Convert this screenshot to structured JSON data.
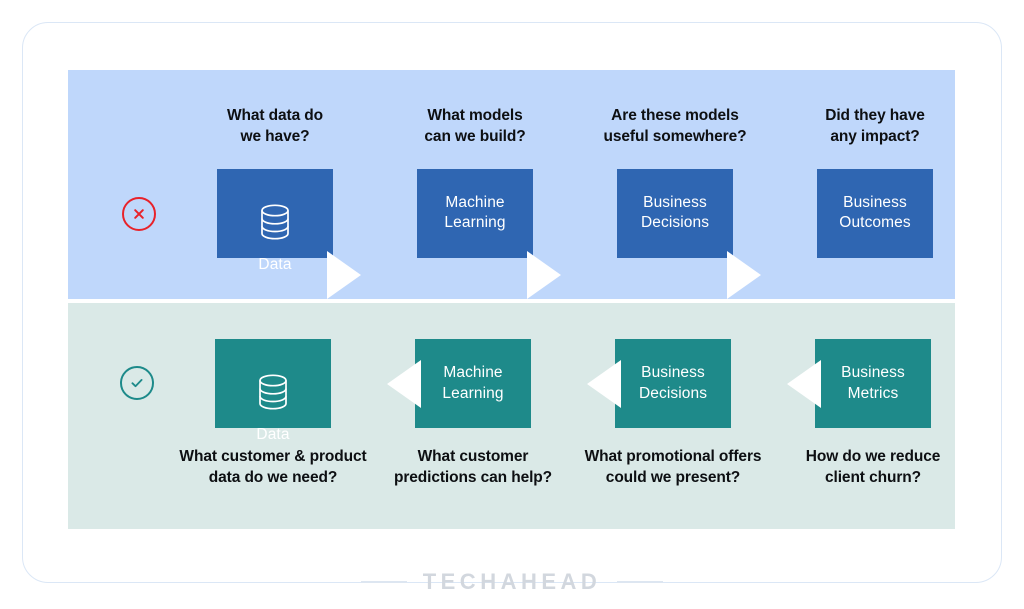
{
  "footer": {
    "brand": "TECHAHEAD"
  },
  "colors": {
    "panel_top_bg": "#bfd7fb",
    "panel_bottom_bg": "#dae9e7",
    "box_blue": "#2f66b2",
    "box_teal": "#1e8a8a",
    "cross_badge": "#e8222a",
    "check_badge": "#1d8a8a",
    "arrow": "#ffffff",
    "caption_text": "#0d0f12",
    "brand_text": "#d2d7de",
    "card_border": "#dbe7f6"
  },
  "top_row": {
    "badge_icon": "circle-cross-icon",
    "steps": [
      {
        "caption": "What data do\nwe have?",
        "label": "Data",
        "icon": "database-icon",
        "arrow": "arrow-right-icon"
      },
      {
        "caption": "What models\ncan we build?",
        "label": "Machine\nLearning",
        "icon": null,
        "arrow": "arrow-right-icon"
      },
      {
        "caption": "Are these models\nuseful somewhere?",
        "label": "Business\nDecisions",
        "icon": null,
        "arrow": "arrow-right-icon"
      },
      {
        "caption": "Did they have\nany impact?",
        "label": "Business\nOutcomes",
        "icon": null,
        "arrow": null
      }
    ]
  },
  "bottom_row": {
    "badge_icon": "circle-check-icon",
    "steps": [
      {
        "caption": "What customer & product\ndata do we need?",
        "label": "Data",
        "icon": "database-icon",
        "arrow": null
      },
      {
        "caption": "What customer\npredictions can help?",
        "label": "Machine\nLearning",
        "icon": null,
        "arrow": "arrow-left-icon"
      },
      {
        "caption": "What promotional offers\ncould we present?",
        "label": "Business\nDecisions",
        "icon": null,
        "arrow": "arrow-left-icon"
      },
      {
        "caption": "How do we reduce\nclient churn?",
        "label": "Business\nMetrics",
        "icon": null,
        "arrow": "arrow-left-icon"
      }
    ]
  }
}
